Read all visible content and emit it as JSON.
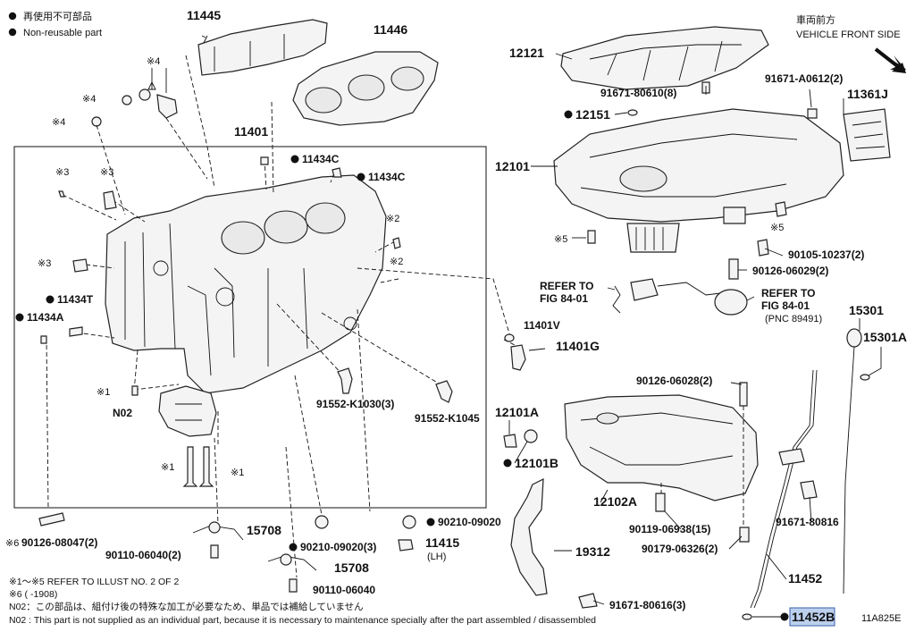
{
  "legend": {
    "jp": "再使用不可部品",
    "en": "Non-reusable part"
  },
  "front": {
    "jp": "車両前方",
    "en": "VEHICLE FRONT SIDE"
  },
  "labels": {
    "p11445": "11445",
    "p11446": "11446",
    "p11401": "11401",
    "p11434C_a": "11434C",
    "p11434C_b": "11434C",
    "p11434T": "11434T",
    "p11434A": "11434A",
    "s4_top": "※4",
    "s4_a": "※4",
    "s4_b": "※4",
    "s3_a": "※3",
    "s3_b": "※3",
    "s3_c": "※3",
    "s2_a": "※2",
    "s2_b": "※2",
    "s1_a": "※1",
    "s1_b": "※1",
    "s1_c": "※1",
    "s5_a": "※5",
    "s5_b": "※5",
    "pN02": "N02",
    "p91552_3": "91552-K1030(3)",
    "p91552": "91552-K1045",
    "p90126_08047": "90126-08047(2)",
    "s6": "※6",
    "p15708_a": "15708",
    "p15708_b": "15708",
    "p90110_2": "90110-06040(2)",
    "p90110": "90110-06040",
    "p90210_3": "90210-09020(3)",
    "p90210": "90210-09020",
    "p11415": "11415",
    "p11415_lh": "(LH)",
    "p11401V": "11401V",
    "p11401G": "11401G",
    "p12121": "12121",
    "p91671_80610": "91671-80610(8)",
    "p91671_A0612": "91671-A0612(2)",
    "p11361J": "11361J",
    "p12151": "12151",
    "p12101": "12101",
    "p90105": "90105-10237(2)",
    "p90126_06029": "90126-06029(2)",
    "refer1": "REFER TO",
    "fig1": "FIG 84-01",
    "refer2": "REFER TO",
    "fig2": "FIG 84-01",
    "pnc": "(PNC 89491)",
    "p90126_06028": "90126-06028(2)",
    "p12101A": "12101A",
    "p12101B": "12101B",
    "p12102A": "12102A",
    "p90119": "90119-06938(15)",
    "p90179": "90179-06326(2)",
    "p19312": "19312",
    "p91671_80616_3": "91671-80616(3)",
    "p91671_80816": "91671-80816",
    "p15301": "15301",
    "p15301A": "15301A",
    "p11452": "11452",
    "p11452B": "11452B",
    "code": "11A825E"
  },
  "notes": {
    "n1": "※1～※5 REFER TO ILLUST NO. 2 OF 2",
    "n2": "※6 (      -1908)",
    "n3": "N02：この部品は、組付け後の特殊な加工が必要なため、単品では補給していません",
    "n4": "N02 : This part is not supplied as an individual part, because it is necessary to maintenance specially after the part assembled / disassembled"
  },
  "colors": {
    "highlight": "#bcd0ee",
    "ink": "#111111"
  },
  "icons": {
    "dot": "filled-circle",
    "arrow": "front-arrow"
  }
}
